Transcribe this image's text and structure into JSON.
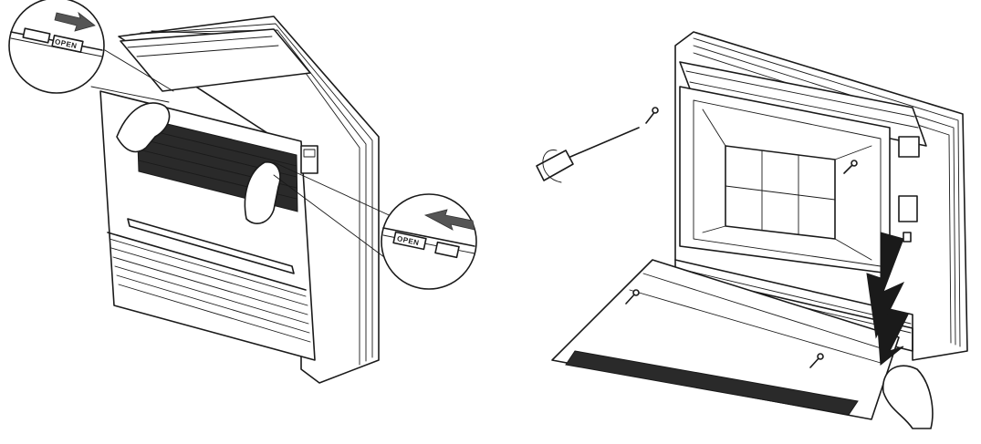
{
  "colors": {
    "ink": "#1a1a1a",
    "background": "#ffffff",
    "arrow": "#555555",
    "grille": "#2a2a2a"
  },
  "callout_top": {
    "latch_label": "OPEN",
    "arrow_direction": "right"
  },
  "callout_bottom": {
    "latch_label": "OPEN",
    "arrow_direction": "left"
  }
}
